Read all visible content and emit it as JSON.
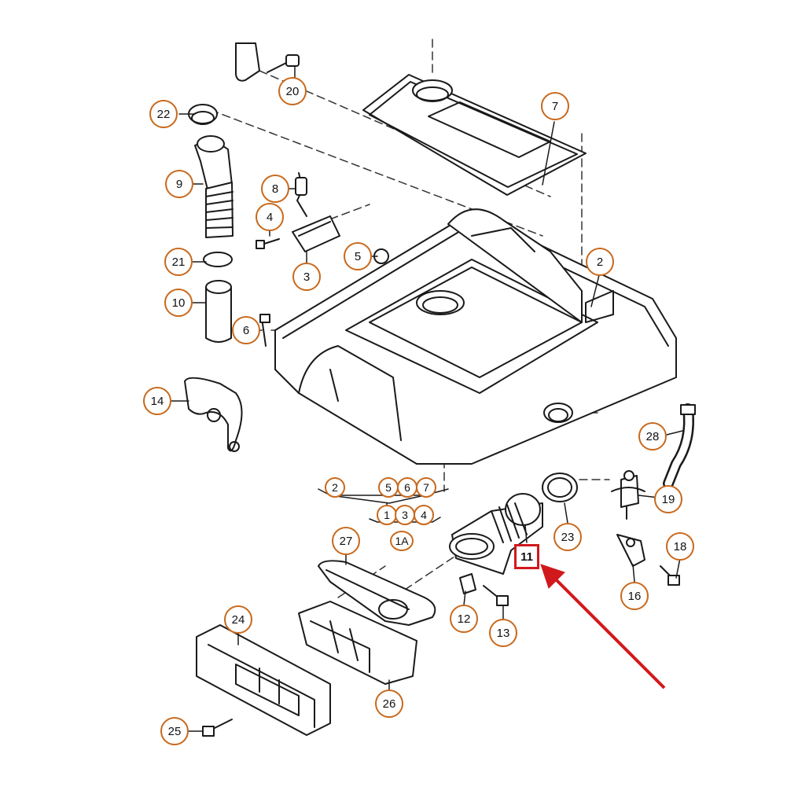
{
  "colors": {
    "callout_border": "#c8691d",
    "highlight": "#d0191c",
    "line": "#1a1a1a"
  },
  "callouts": {
    "c20": "20",
    "c22": "22",
    "c9": "9",
    "c8": "8",
    "c4": "4",
    "c3": "3",
    "c5": "5",
    "c21": "21",
    "c10": "10",
    "c6": "6",
    "c7": "7",
    "c2": "2",
    "c14": "14",
    "c28": "28",
    "c19": "19",
    "c23": "23",
    "c18": "18",
    "c16": "16",
    "c27": "27",
    "c11": "11",
    "c12": "12",
    "c13": "13",
    "c24": "24",
    "c25": "25",
    "c26": "26"
  },
  "group": {
    "g2": "2",
    "g5": "5",
    "g6": "6",
    "g7": "7",
    "g1": "1",
    "g3": "3",
    "g4": "4",
    "g1A": "1A"
  }
}
